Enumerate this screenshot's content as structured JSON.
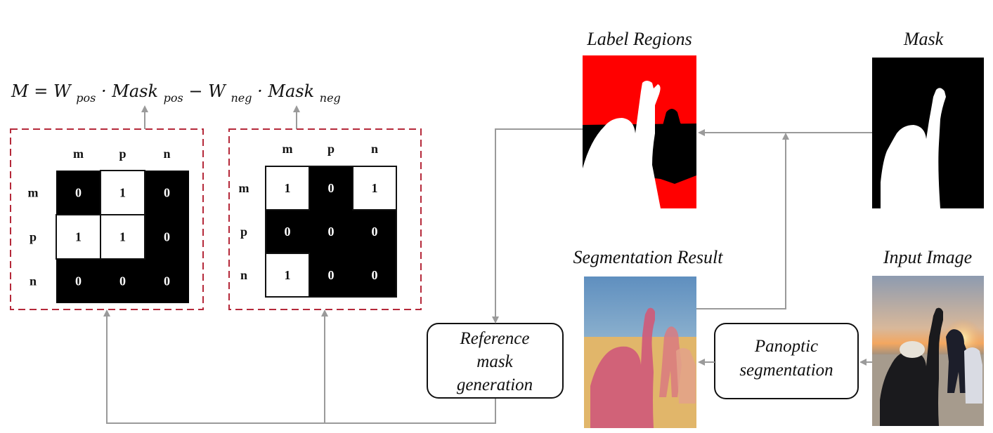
{
  "formula": {
    "M": "M",
    "eq": " = ",
    "w_pos": "W",
    "w_pos_sub": "pos",
    "dot1": " · ",
    "mask_pos": "Mask",
    "mask_pos_sub": "pos",
    "minus": " − ",
    "w_neg": "W",
    "w_neg_sub": "neg",
    "dot2": " · ",
    "mask_neg": "Mask",
    "mask_neg_sub": "neg"
  },
  "matrices": [
    {
      "headers": [
        "m",
        "p",
        "n"
      ],
      "rows": [
        {
          "label": "m",
          "values": [
            "0",
            "1",
            "0"
          ]
        },
        {
          "label": "p",
          "values": [
            "1",
            "1",
            "0"
          ]
        },
        {
          "label": "n",
          "values": [
            "0",
            "0",
            "0"
          ]
        }
      ]
    },
    {
      "headers": [
        "m",
        "p",
        "n"
      ],
      "rows": [
        {
          "label": "m",
          "values": [
            "1",
            "0",
            "1"
          ]
        },
        {
          "label": "p",
          "values": [
            "0",
            "0",
            "0"
          ]
        },
        {
          "label": "n",
          "values": [
            "1",
            "0",
            "0"
          ]
        }
      ]
    }
  ],
  "images": {
    "label_regions": "Label Regions",
    "mask": "Mask",
    "segmentation_result": "Segmentation Result",
    "input_image": "Input Image"
  },
  "boxes": {
    "reference_line1": "Reference",
    "reference_line2": "mask",
    "reference_line3": "generation",
    "panoptic_line1": "Panoptic",
    "panoptic_line2": "segmentation"
  },
  "colors": {
    "dashed_border": "#b5293a",
    "arrow": "#9a9a9a",
    "label_red": "#ff0000",
    "person_mask": "#ffffff",
    "background": "#000000",
    "segment_pink": "#d4607a",
    "sky_blue": "#6d95b8"
  }
}
